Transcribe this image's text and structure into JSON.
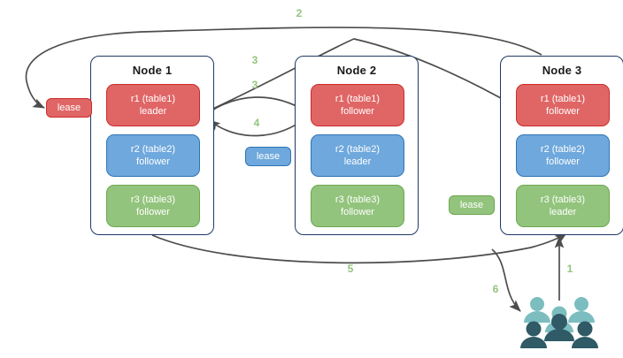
{
  "diagram": {
    "title": "",
    "colors": {
      "red": "#e06666",
      "red_border": "#cc2b28",
      "blue": "#6fa8dc",
      "blue_border": "#2e75b6",
      "green": "#93c47d",
      "green_border": "#6aa84f",
      "node_border": "#1f3864",
      "arrow": "#4d4d4d",
      "label": "#93c47d",
      "user_light": "#7cbec0",
      "user_dark": "#2f5a66"
    }
  },
  "nodes": [
    {
      "title": "Node 1",
      "replicas": [
        {
          "name": "r1 (table1)",
          "role": "leader",
          "color": "red"
        },
        {
          "name": "r2 (table2)",
          "role": "follower",
          "color": "blue"
        },
        {
          "name": "r3 (table3)",
          "role": "follower",
          "color": "green"
        }
      ]
    },
    {
      "title": "Node 2",
      "replicas": [
        {
          "name": "r1 (table1)",
          "role": "follower",
          "color": "red"
        },
        {
          "name": "r2 (table2)",
          "role": "leader",
          "color": "blue"
        },
        {
          "name": "r3 (table3)",
          "role": "follower",
          "color": "green"
        }
      ]
    },
    {
      "title": "Node 3",
      "replicas": [
        {
          "name": "r1 (table1)",
          "role": "follower",
          "color": "red"
        },
        {
          "name": "r2 (table2)",
          "role": "follower",
          "color": "blue"
        },
        {
          "name": "r3 (table3)",
          "role": "leader",
          "color": "green"
        }
      ]
    }
  ],
  "leases": [
    {
      "label": "lease",
      "color": "red"
    },
    {
      "label": "lease",
      "color": "blue"
    },
    {
      "label": "lease",
      "color": "green"
    }
  ],
  "edge_labels": [
    {
      "text": "1"
    },
    {
      "text": "2"
    },
    {
      "text": "3"
    },
    {
      "text": "3"
    },
    {
      "text": "4"
    },
    {
      "text": "5"
    },
    {
      "text": "6"
    }
  ],
  "icons": {
    "users": "users-group-icon"
  }
}
